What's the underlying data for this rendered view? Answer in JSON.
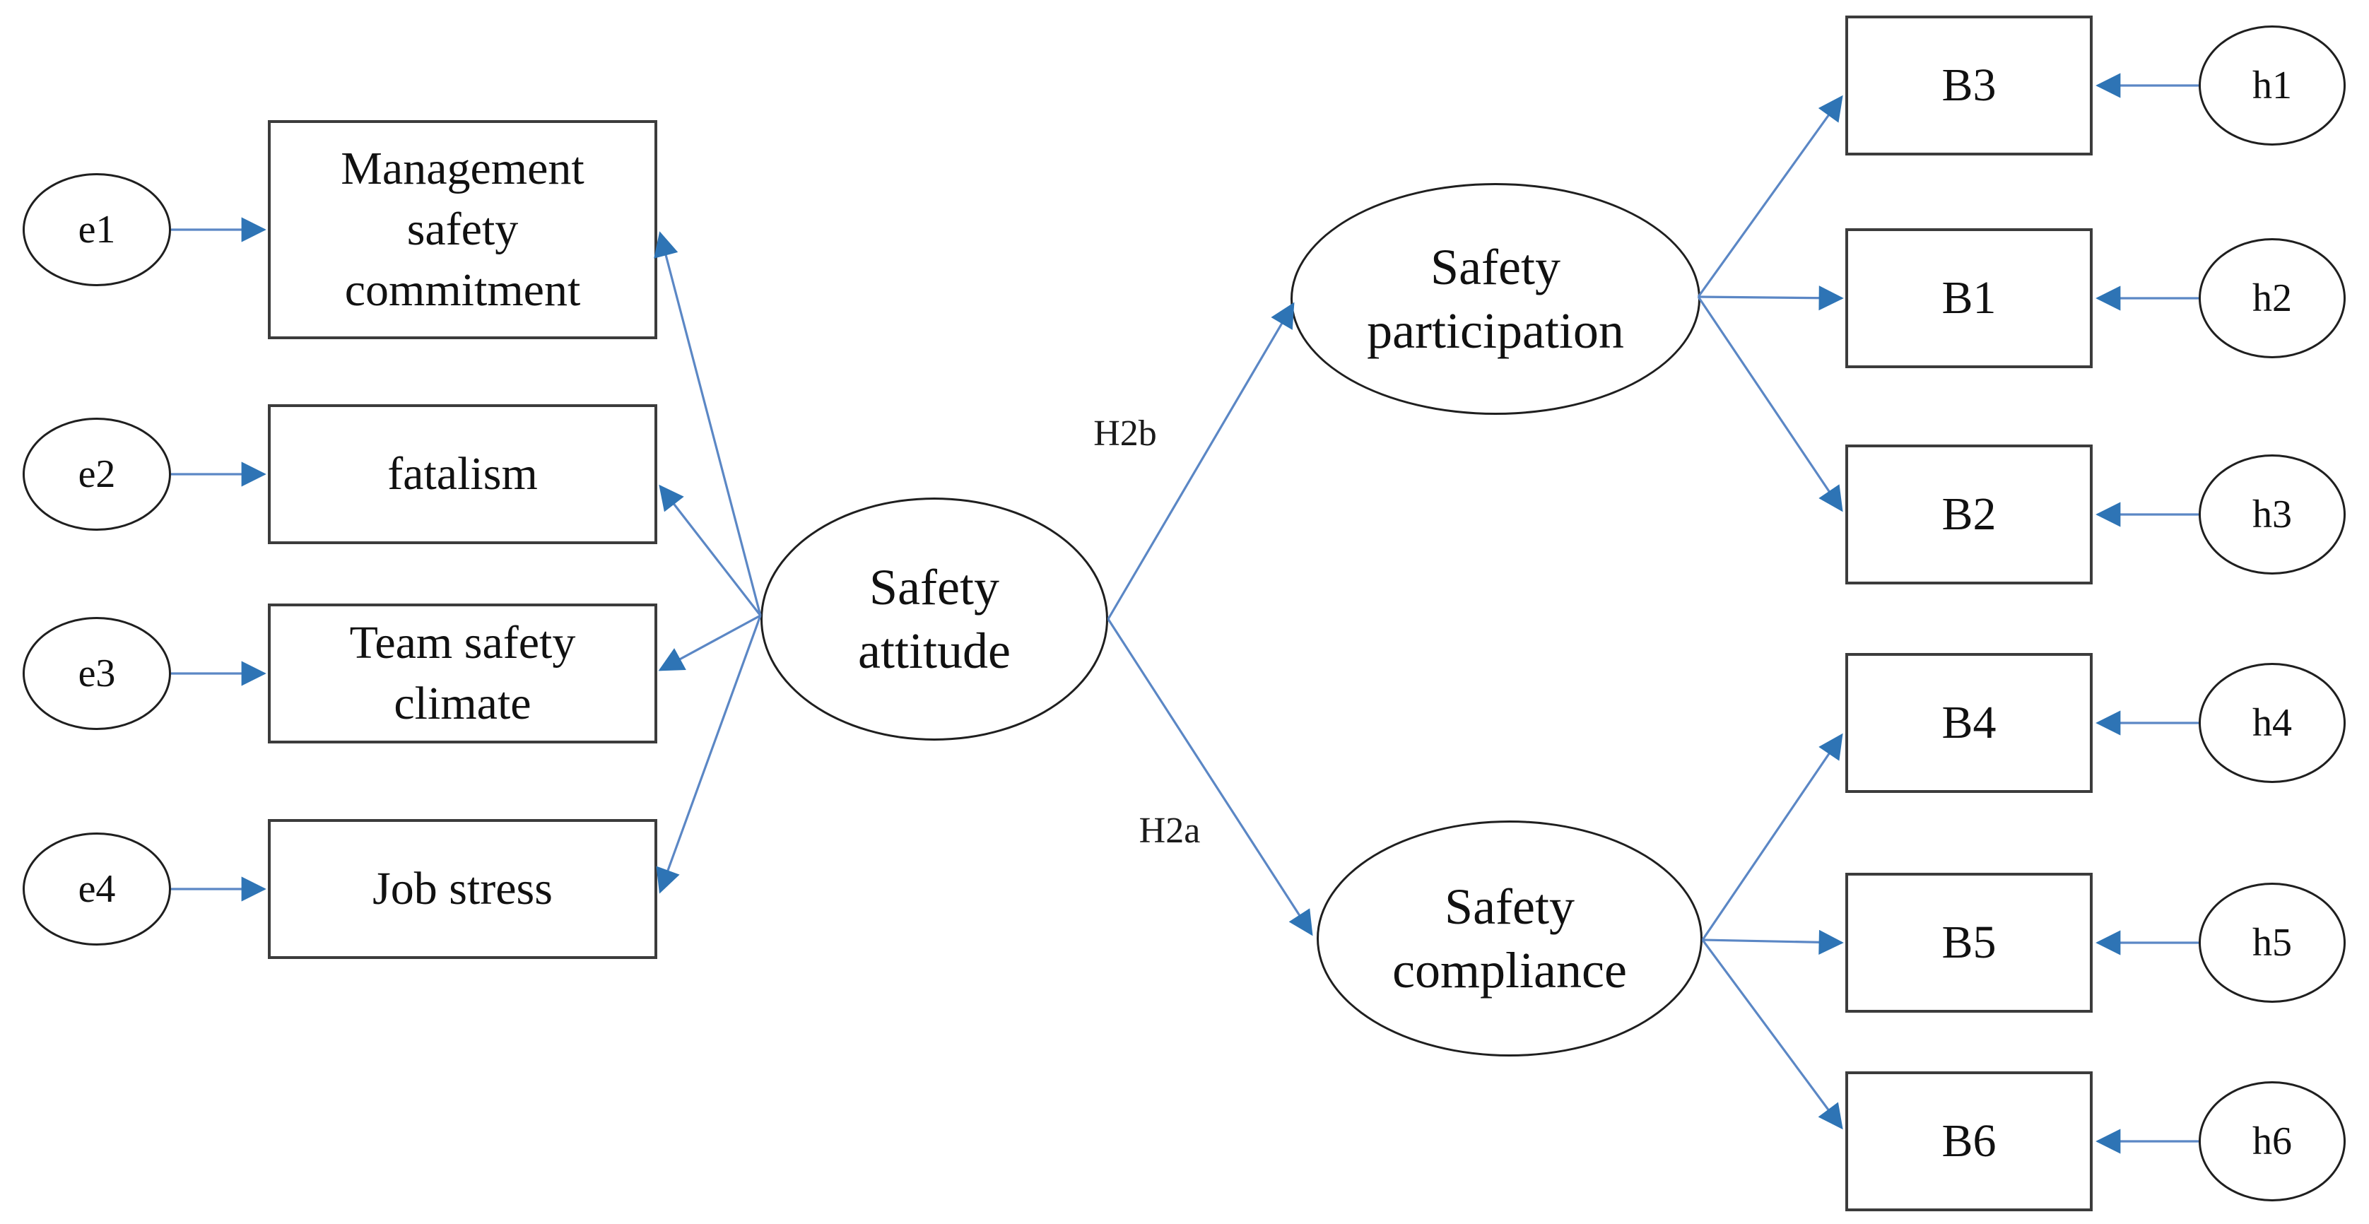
{
  "diagram_type": "structural-equation-model-path-diagram",
  "colors": {
    "background": "#ffffff",
    "connector_line": "#5b87c5",
    "arrowhead": "#2e74b5",
    "rect_border": "#3c3c3c",
    "ellipse_border": "#1f1f1f",
    "text": "#111111"
  },
  "latent": {
    "attitude": {
      "label": "Safety attitude"
    },
    "participation": {
      "label": "Safety participation"
    },
    "compliance": {
      "label": "Safety compliance"
    }
  },
  "observed_left": {
    "msc": {
      "label": "Management safety commitment"
    },
    "fatalism": {
      "label": "fatalism"
    },
    "team": {
      "label": "Team safety climate"
    },
    "job": {
      "label": "Job stress"
    }
  },
  "observed_right": {
    "b3": {
      "label": "B3"
    },
    "b1": {
      "label": "B1"
    },
    "b2": {
      "label": "B2"
    },
    "b4": {
      "label": "B4"
    },
    "b5": {
      "label": "B5"
    },
    "b6": {
      "label": "B6"
    }
  },
  "error_terms": {
    "e1": {
      "label": "e1"
    },
    "e2": {
      "label": "e2"
    },
    "e3": {
      "label": "e3"
    },
    "e4": {
      "label": "e4"
    },
    "h1": {
      "label": "h1"
    },
    "h2": {
      "label": "h2"
    },
    "h3": {
      "label": "h3"
    },
    "h4": {
      "label": "h4"
    },
    "h5": {
      "label": "h5"
    },
    "h6": {
      "label": "h6"
    }
  },
  "hypotheses": {
    "h2b": {
      "label": "H2b"
    },
    "h2a": {
      "label": "H2a"
    }
  }
}
